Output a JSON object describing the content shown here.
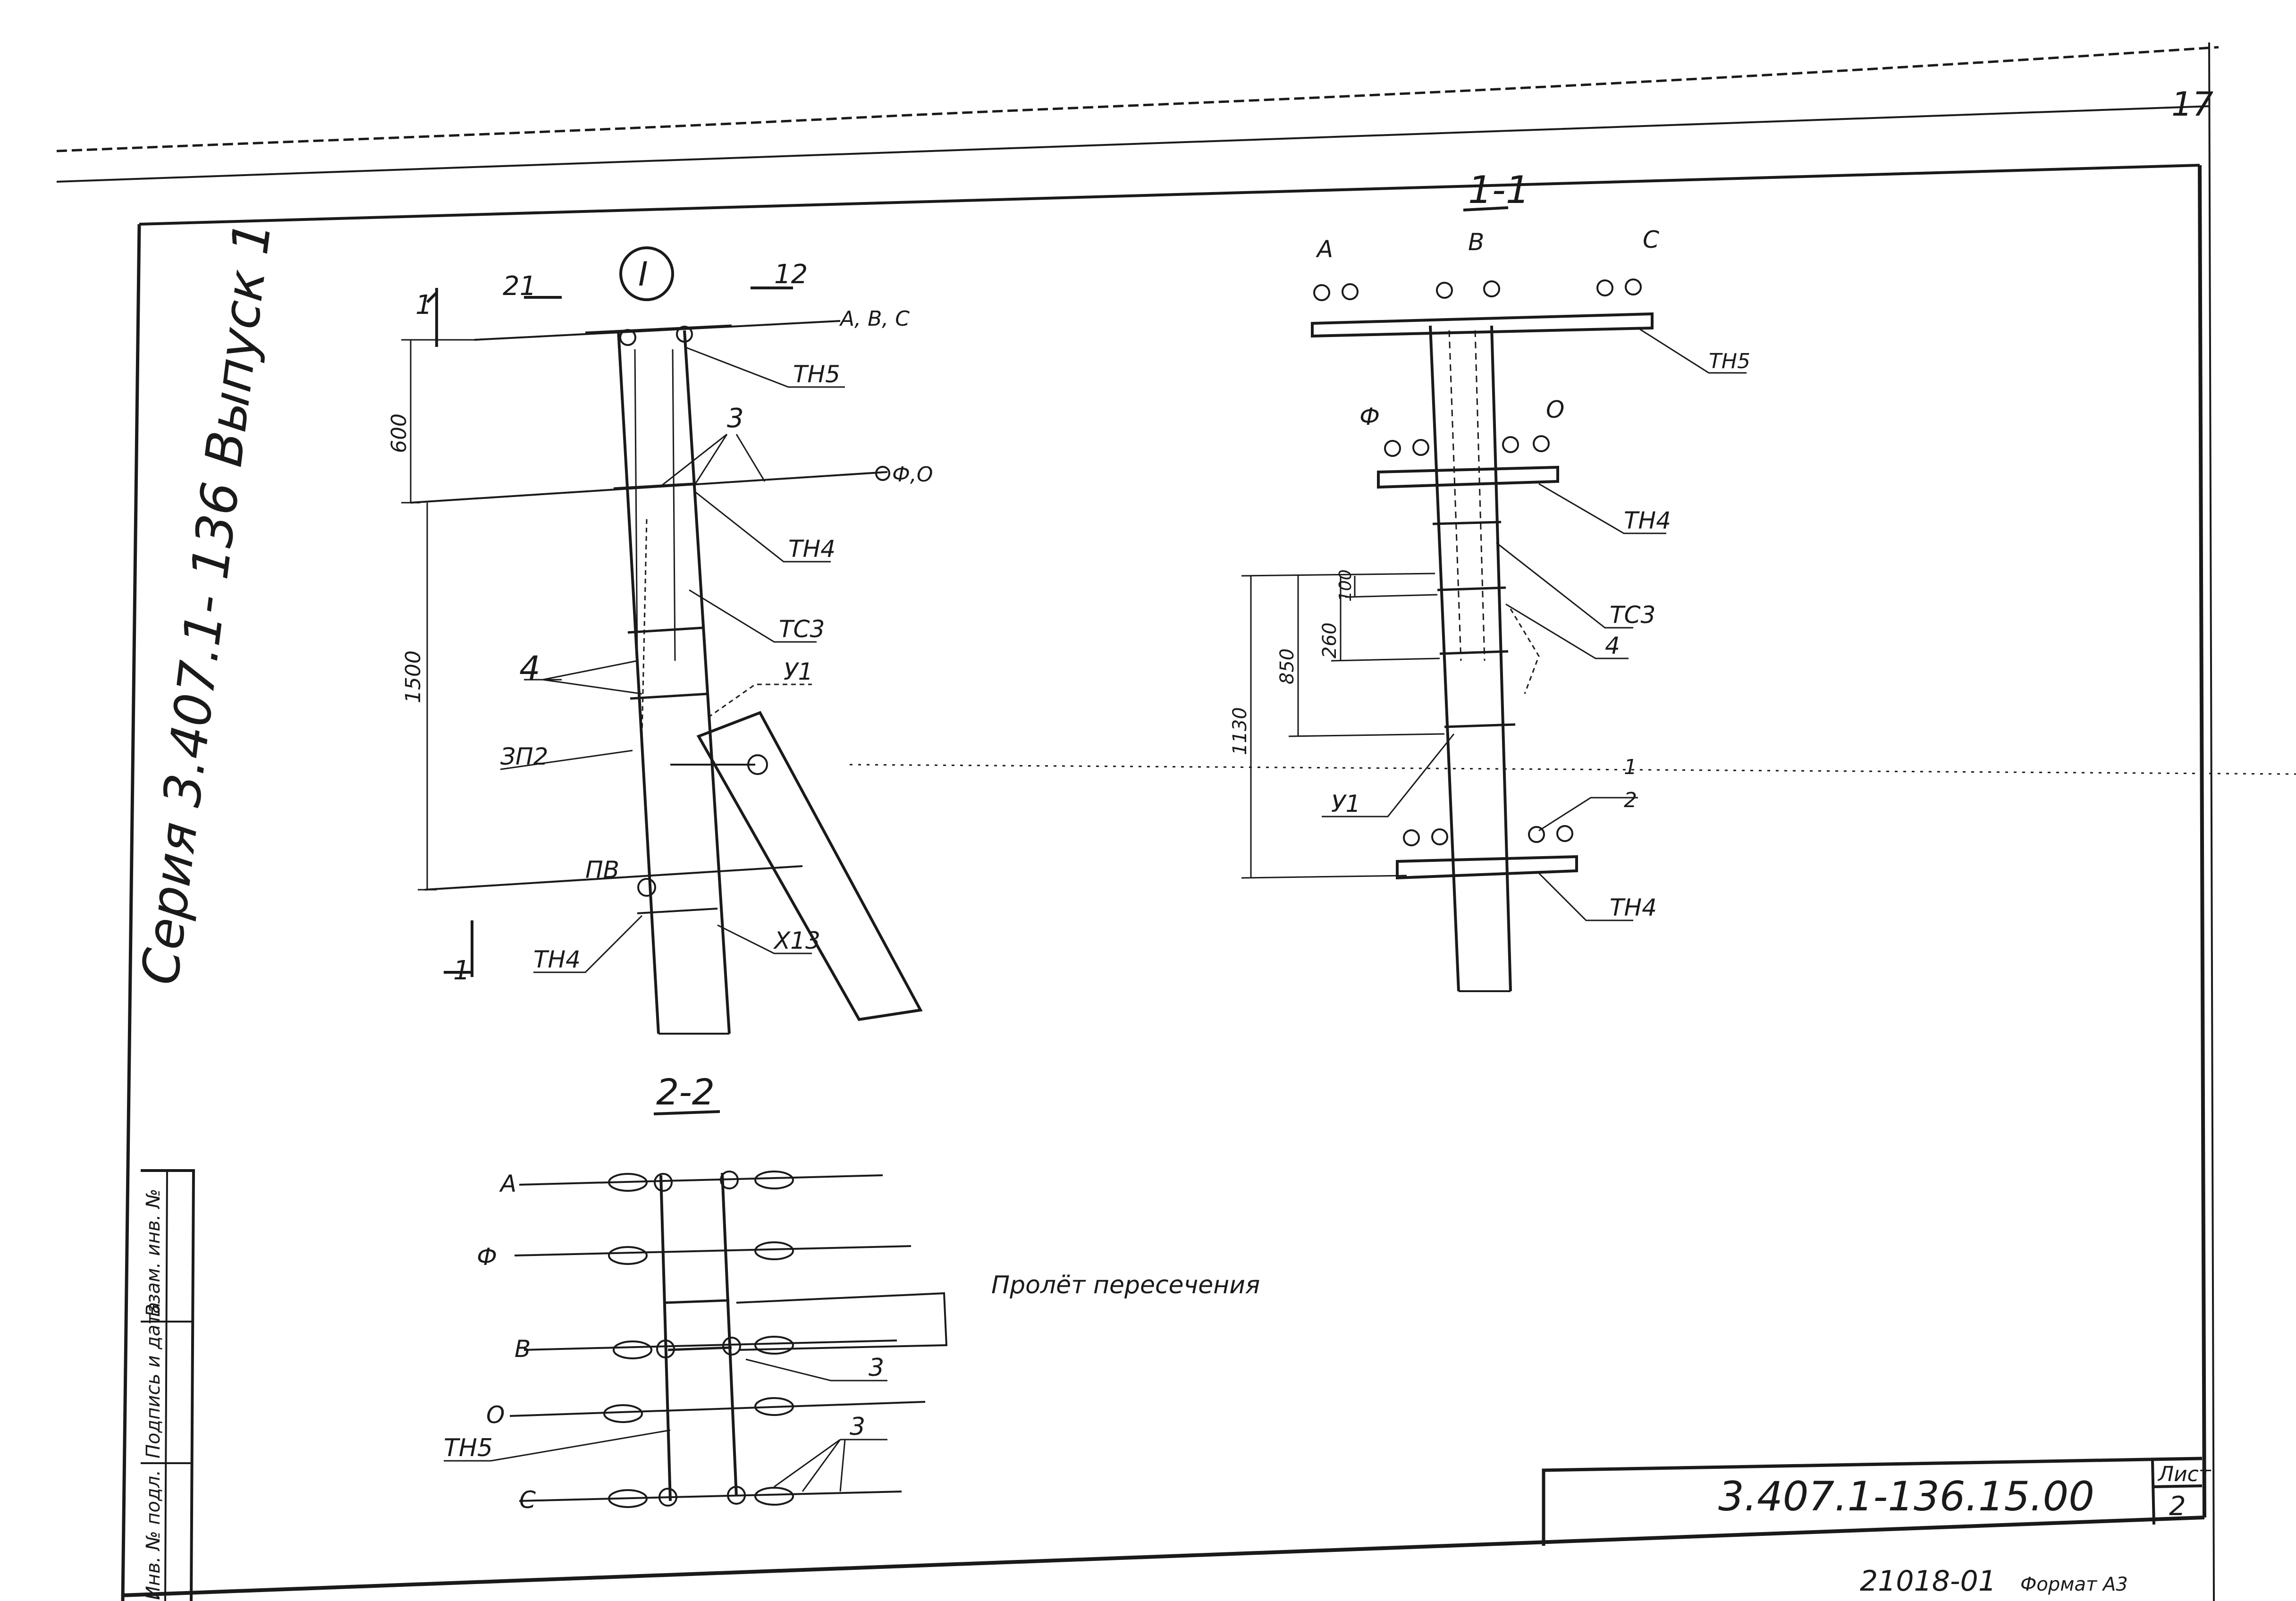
{
  "sheet_corner": "17",
  "series": "Серия 3.407.1- 136  Выпуск 1",
  "view_main": {
    "marker": "I",
    "cut_left": "21",
    "cut_right": "12",
    "cut_bottom": "1",
    "cut_top": "1",
    "wires_top": "А, В, С",
    "wires_mid": "Ф,О",
    "dim_600": "600",
    "dim_1500": "1500",
    "lbl_tn5": "ТН5",
    "lbl_3": "3",
    "lbl_tn4": "ТН4",
    "lbl_ts3": "ТС3",
    "lbl_4": "4",
    "lbl_u1": "У1",
    "lbl_zp2": "ЗП2",
    "lbl_pv": "ПВ",
    "lbl_tn4_bottom": "ТН4",
    "lbl_x13": "Х13"
  },
  "view_1_1": {
    "title": "1-1",
    "ph_a": "А",
    "ph_b": "В",
    "ph_c": "С",
    "ph_f": "Ф",
    "ph_o": "О",
    "lbl_tn5": "ТН5",
    "lbl_tn4": "ТН4",
    "lbl_ts3": "ТС3",
    "lbl_4": "4",
    "lbl_u1": "У1",
    "lbl_1": "1",
    "lbl_2": "2",
    "lbl_tn4_bottom": "ТН4",
    "dim_100": "100",
    "dim_260": "260",
    "dim_850": "850",
    "dim_1130": "1130"
  },
  "view_2_2": {
    "title": "2-2",
    "w_a": "А",
    "w_f": "Ф",
    "w_b": "В",
    "w_o": "О",
    "w_c": "С",
    "lbl_tn5": "ТН5",
    "lbl_3a": "3",
    "lbl_3b": "3"
  },
  "span_note": "Пролёт пересечения",
  "stamp": {
    "col1": "Инв. № подл.",
    "col2": "Подпись и дата",
    "col3": "Взам. инв. №"
  },
  "title_block": {
    "doc_code": "3.407.1-136.15.00",
    "sheet_label": "Лист",
    "sheet_no": "2"
  },
  "footer": {
    "archive_no": "21018-01",
    "format": "Формат А3"
  }
}
